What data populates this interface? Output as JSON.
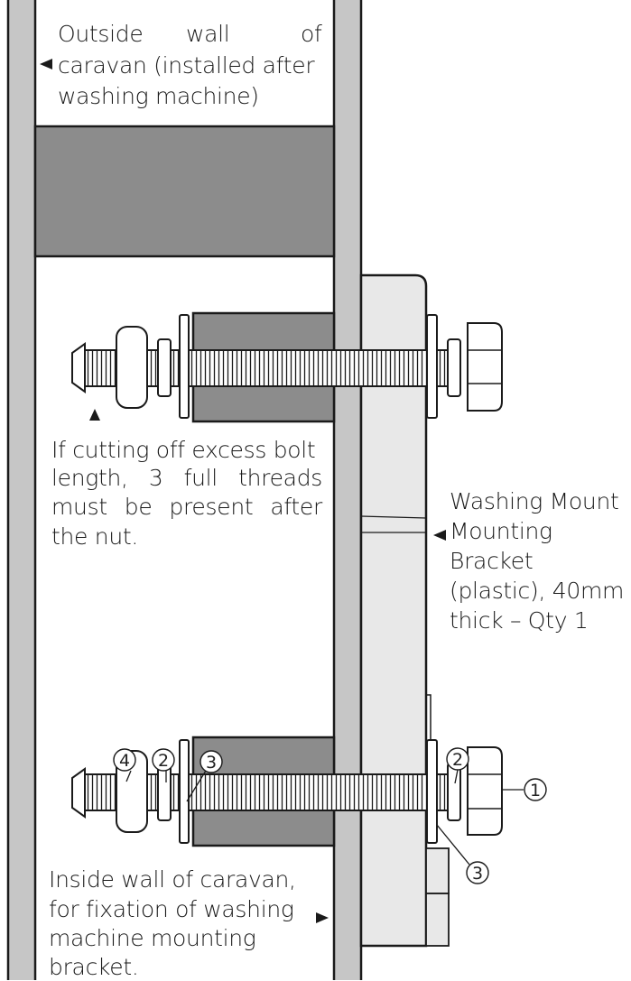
{
  "labels": {
    "outside_wall": [
      "Outside",
      "wall",
      "of",
      "caravan (installed after",
      "washing machine)"
    ],
    "cutting_note": [
      "If cutting off excess bolt",
      "length, 3 full threads",
      "must be present after",
      "the nut."
    ],
    "bracket": [
      "Washing Mount",
      "Mounting",
      "Bracket",
      "(plastic), 40mm",
      "thick – Qty 1"
    ],
    "inside_wall": [
      "Inside wall of caravan,",
      "for fixation of washing",
      "machine mounting",
      "bracket."
    ]
  },
  "callouts": [
    "4",
    "2",
    "3",
    "2",
    "1",
    "3"
  ],
  "icons": {
    "left_arrow": "arrow-left-icon",
    "up_arrow": "arrow-up-icon",
    "right_arrow": "arrow-right-icon"
  },
  "colors": {
    "wall": "#c6c6c6",
    "block": "#8c8c8c",
    "bracket": "#e8e8e8",
    "stroke": "#1a1a1a"
  }
}
